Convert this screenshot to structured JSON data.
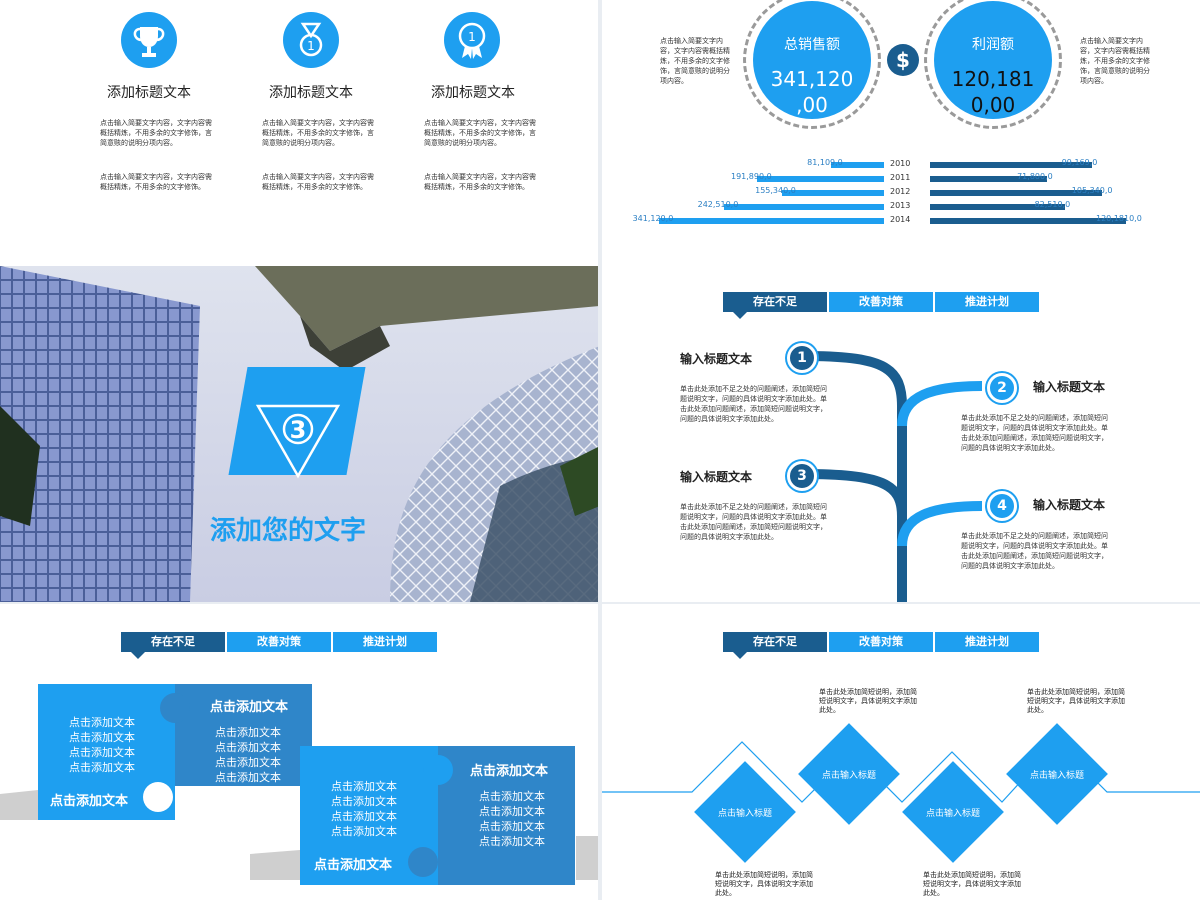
{
  "colors": {
    "primary": "#1e9ff0",
    "dark": "#1a5d8f",
    "mid": "#2f86c9",
    "background": "#ffffff"
  },
  "panel1": {
    "columns": [
      {
        "icon": "trophy-icon",
        "title": "添加标题文本",
        "para1": "点击输入简要文字内容，文字内容需概括精炼，不用多余的文字修饰，言简意赅的说明分项内容。",
        "para2": "点击输入简要文字内容，文字内容需概括精炼，不用多余的文字修饰。"
      },
      {
        "icon": "medal-icon",
        "title": "添加标题文本",
        "para1": "点击输入简要文字内容，文字内容需概括精炼，不用多余的文字修饰，言简意赅的说明分项内容。",
        "para2": "点击输入简要文字内容，文字内容需概括精炼，不用多余的文字修饰。"
      },
      {
        "icon": "award-badge-icon",
        "title": "添加标题文本",
        "para1": "点击输入简要文字内容，文字内容需概括精炼，不用多余的文字修饰，言简意赅的说明分项内容。",
        "para2": "点击输入简要文字内容，文字内容需概括精炼，不用多余的文字修饰。"
      }
    ]
  },
  "panel2": {
    "left_note": "点击输入简要文字内容，文字内容需概括精炼，不用多余的文字修饰，言简意赅的说明分项内容。",
    "right_note": "点击输入简要文字内容，文字内容需概括精炼，不用多余的文字修饰，言简意赅的说明分项内容。",
    "left_kpi": {
      "label": "总销售额",
      "value_line1": "341,120",
      "value_line2": ",00"
    },
    "right_kpi": {
      "label": "利润额",
      "value_line1": "120,181",
      "value_line2": "0,00"
    },
    "currency_symbol": "$"
  },
  "panel3": {
    "number": "3",
    "caption": "添加您的文字"
  },
  "tabs": {
    "tab1": "存在不足",
    "tab2": "改善对策",
    "tab3": "推进计划"
  },
  "panel4": {
    "stages": [
      {
        "num": "1",
        "title": "输入标题文本",
        "text": "单击此处添加不足之处的问题阐述，添加简短问题说明文字，问题的具体说明文字添加此处。单击此处添加问题阐述，添加简短问题说明文字，问题的具体说明文字添加此处。"
      },
      {
        "num": "2",
        "title": "输入标题文本",
        "text": "单击此处添加不足之处的问题阐述，添加简短问题说明文字，问题的具体说明文字添加此处。单击此处添加问题阐述，添加简短问题说明文字，问题的具体说明文字添加此处。"
      },
      {
        "num": "3",
        "title": "输入标题文本",
        "text": "单击此处添加不足之处的问题阐述，添加简短问题说明文字，问题的具体说明文字添加此处。单击此处添加问题阐述，添加简短问题说明文字，问题的具体说明文字添加此处。"
      },
      {
        "num": "4",
        "title": "输入标题文本",
        "text": "单击此处添加不足之处的问题阐述，添加简短问题说明文字，问题的具体说明文字添加此处。单击此处添加问题阐述，添加简短问题说明文字，问题的具体说明文字添加此处。"
      }
    ]
  },
  "panel5": {
    "piece1": {
      "lines": [
        "点击添加文本",
        "点击添加文本",
        "点击添加文本",
        "点击添加文本"
      ],
      "title": "点击添加文本"
    },
    "piece2": {
      "title": "点击添加文本",
      "lines": [
        "点击添加文本",
        "点击添加文本",
        "点击添加文本",
        "点击添加文本"
      ]
    },
    "piece3": {
      "lines": [
        "点击添加文本",
        "点击添加文本",
        "点击添加文本",
        "点击添加文本"
      ],
      "title": "点击添加文本"
    },
    "piece4": {
      "title": "点击添加文本",
      "lines": [
        "点击添加文本",
        "点击添加文本",
        "点击添加文本",
        "点击添加文本"
      ]
    }
  },
  "panel6": {
    "diamonds": [
      "点击输入标题",
      "点击输入标题",
      "点击输入标题",
      "点击输入标题"
    ],
    "notes": [
      "单击此处添加简短说明，添加简短说明文字，具体说明文字添加此处。",
      "单击此处添加简短说明，添加简短说明文字，具体说明文字添加此处。",
      "单击此处添加简短说明，添加简短说明文字，具体说明文字添加此处。",
      "单击此处添加简短说明，添加简短说明文字，具体说明文字添加此处。"
    ]
  },
  "chart_data": {
    "type": "bar",
    "categories": [
      "2010",
      "2011",
      "2012",
      "2013",
      "2014"
    ],
    "series": [
      {
        "values": [
          81109,
          191890,
          155340,
          242510,
          341120
        ],
        "labels": [
          "81,109,0",
          "191,890,0",
          "155,340,0",
          "242,510,0",
          "341,120,0"
        ]
      },
      {
        "values": [
          99169,
          71800,
          105340,
          82510,
          120181
        ],
        "labels": [
          "99,169,0",
          "71,800,0",
          "105,340,0",
          "82,510,0",
          "120,1810,0"
        ]
      }
    ],
    "legend": "none"
  }
}
